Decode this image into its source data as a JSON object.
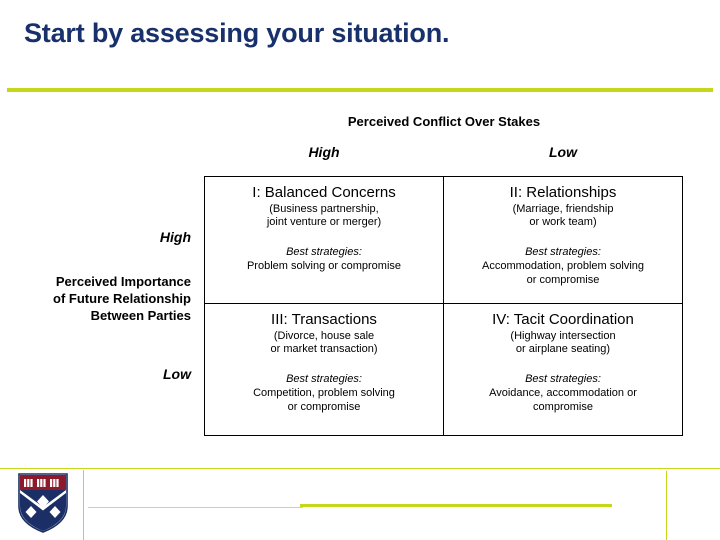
{
  "slide": {
    "title": "Start by assessing your situation.",
    "title_color": "#18306B",
    "accent_color": "#C6D618"
  },
  "matrix": {
    "column_axis_title": "Perceived Conflict Over Stakes",
    "column_headers": [
      "High",
      "Low"
    ],
    "row_axis_title_lines": [
      "Perceived Importance",
      "of Future Relationship",
      "Between Parties"
    ],
    "row_headers": [
      "High",
      "Low"
    ],
    "strategy_label": "Best strategies:",
    "quadrants": [
      {
        "title": "I:  Balanced Concerns",
        "subtitle_line1": "(Business partnership,",
        "subtitle_line2": "joint venture or merger)",
        "strategy_label": "Best strategies:",
        "strategy_line1": "Problem solving or compromise",
        "strategy_line2": ""
      },
      {
        "title": "II:  Relationships",
        "subtitle_line1": "(Marriage, friendship",
        "subtitle_line2": "or work team)",
        "strategy_label": "Best strategies:",
        "strategy_line1": "Accommodation, problem solving",
        "strategy_line2": "or compromise"
      },
      {
        "title": "III:  Transactions",
        "subtitle_line1": "(Divorce, house sale",
        "subtitle_line2": "or market transaction)",
        "strategy_label": "Best strategies:",
        "strategy_line1": "Competition, problem solving",
        "strategy_line2": "or compromise"
      },
      {
        "title": "IV:  Tacit Coordination",
        "subtitle_line1": "(Highway intersection",
        "subtitle_line2": "or airplane seating)",
        "strategy_label": "Best strategies:",
        "strategy_line1": "Avoidance, accommodation or",
        "strategy_line2": "compromise"
      }
    ]
  },
  "footer": {
    "logo_icon": "penn-shield-icon",
    "logo_colors": {
      "crest": "#8C1A2B",
      "field": "#1B2F66"
    }
  }
}
